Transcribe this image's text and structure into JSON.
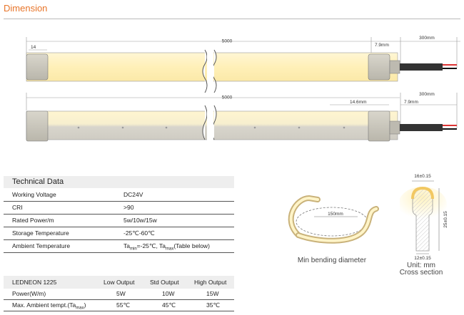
{
  "section_title": "Dimension",
  "dimensions": {
    "strip1": {
      "total": "5000",
      "width": "14",
      "cap": "7.9mm",
      "cable": "300mm"
    },
    "strip2": {
      "total": "5000",
      "cap": "14.6mm",
      "cap2": "7.9mm",
      "cable": "300mm"
    }
  },
  "technical": {
    "title": "Technical Data",
    "rows": [
      {
        "key": "Working Voltage",
        "value": "DC24V"
      },
      {
        "key": "CRI",
        "value": ">90"
      },
      {
        "key": "Rated Power/m",
        "value": "5w/10w/15w"
      },
      {
        "key": "Storage Temperature",
        "value": "-25℃-60℃"
      },
      {
        "key": "Ambient Temperature",
        "value_pre": "Ta",
        "value_sub": "min",
        "value_mid": "=-25℃, Ta",
        "value_sub2": "max",
        "value_post": "(Table below)"
      }
    ]
  },
  "output_table": {
    "headers": [
      "LEDNEON 1225",
      "Low Output",
      "Std Output",
      "High Output"
    ],
    "rows": [
      {
        "label": "Power(W/m)",
        "values": [
          "5W",
          "10W",
          "15W"
        ]
      },
      {
        "label_pre": "Max. Ambient tempt.(Ta",
        "label_sub": "max",
        "label_post": ")",
        "values": [
          "55℃",
          "45℃",
          "35℃"
        ]
      }
    ]
  },
  "bending": {
    "radius_label": "150mm",
    "caption": "Min bending diameter"
  },
  "cross_section": {
    "top": "16±0.15",
    "side": "25±0.15",
    "bottom": "12±0.15",
    "unit": "Unit: mm",
    "caption": "Cross section"
  }
}
